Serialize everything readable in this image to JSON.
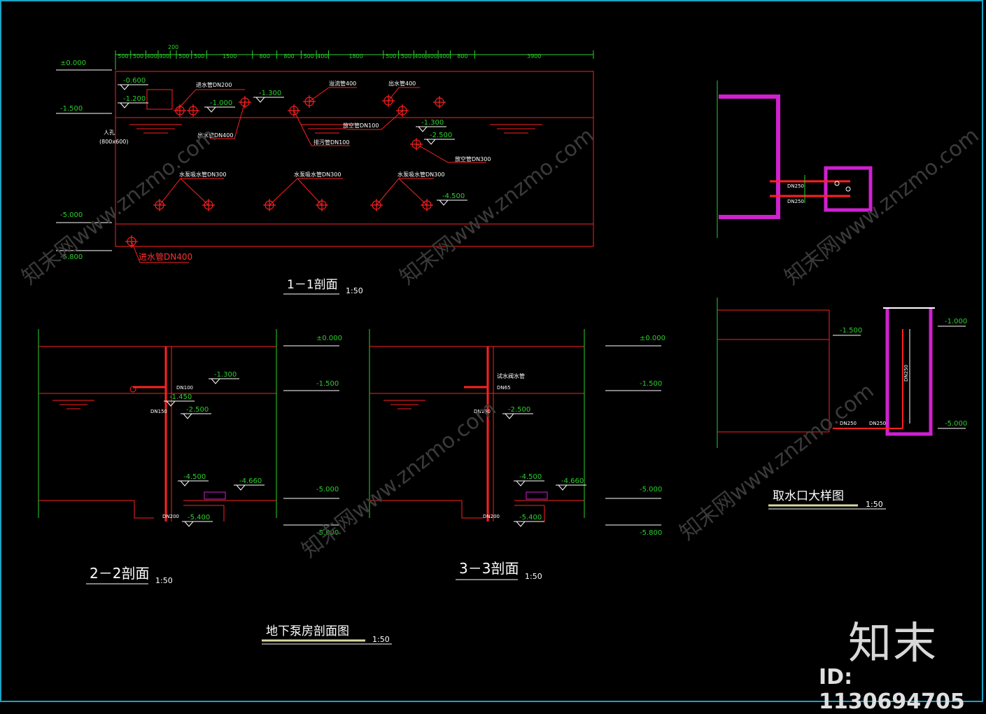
{
  "section_1_1": {
    "title": "1－1剖面",
    "scale": "1:50",
    "dims": [
      "500",
      "500",
      "400",
      "400",
      "200",
      "500",
      "500",
      "1500",
      "800",
      "800",
      "500",
      "400",
      "1800",
      "500",
      "500",
      "400",
      "400",
      "400",
      "800",
      "3900"
    ],
    "levels": [
      "±0.000",
      "-1.500",
      "-5.000",
      "-5.800"
    ],
    "inner_levels": [
      "-0.600",
      "-1.200",
      "-1.300",
      "-1.000",
      "-1.300",
      "-2.500",
      "-4.500"
    ],
    "pipe_labels": [
      "进水管DN200",
      "出水管DN400",
      "溢流管400",
      "出水管400",
      "放空管DN100",
      "排污管DN100",
      "放空管DN300",
      "水泵吸水管DN300",
      "水泵吸水管DN300",
      "水泵吸水管DN300",
      "进水管DN400"
    ],
    "manhole": "人孔",
    "manhole_size": "(800x600)"
  },
  "section_2_2": {
    "title": "2－2剖面",
    "scale": "1:50",
    "levels": [
      "±0.000",
      "-1.500",
      "-5.000",
      "-5.800"
    ],
    "inner_levels": [
      "-1.300",
      "-1.450",
      "-2.500",
      "-4.500",
      "-4.660",
      "-5.400"
    ],
    "dn": [
      "DN100",
      "DN150",
      "DN200"
    ]
  },
  "section_3_3": {
    "title": "3－3剖面",
    "scale": "1:50",
    "levels": [
      "±0.000",
      "-1.500",
      "-5.000",
      "-5.800"
    ],
    "inner_levels": [
      "-2.500",
      "-4.500",
      "-4.660",
      "-5.400"
    ],
    "dn": [
      "DN65",
      "DN150",
      "DN200"
    ],
    "valve_label": "试水阀水管"
  },
  "intake_detail": {
    "title": "取水口大样图",
    "scale": "1:50",
    "dn": [
      "DN250",
      "DN250",
      "DN250",
      "DN250",
      "DN250"
    ],
    "levels": [
      "-1.500",
      "-1.000",
      "-5.000"
    ]
  },
  "drawing": {
    "title": "地下泵房剖面图",
    "scale": "1:50"
  },
  "watermark": {
    "logo": "知末",
    "id": "ID: 1130694705",
    "diag_text": "知末网www.znzmo.com"
  },
  "colors": {
    "background": "#000000",
    "frame": "#19a3c4",
    "structure": "#ff2020",
    "dimension": "#2bd12b",
    "wall": "#d020d0",
    "text": "#ffffff"
  }
}
